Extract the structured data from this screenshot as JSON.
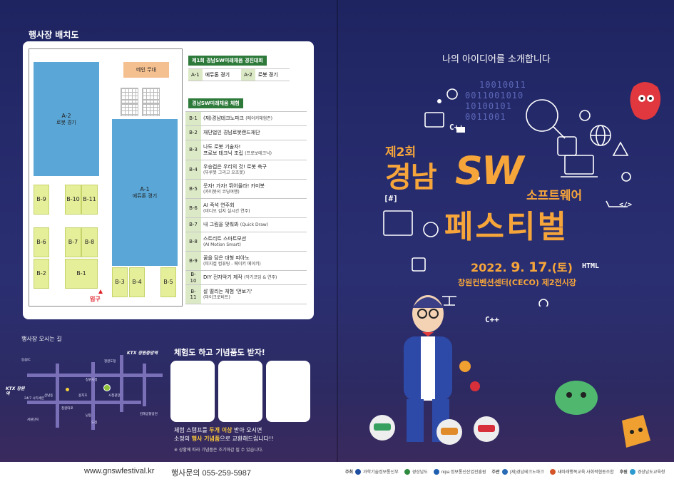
{
  "left_panel": {
    "layout_title": "행사장 배치도",
    "map": {
      "stage": "메인 무대",
      "a2_code": "A-2",
      "a2_name": "로봇 경기",
      "a1_code": "A-1",
      "a1_name": "에듀톤 경기",
      "b9": "B-9",
      "b10": "B-10",
      "b11": "B-11",
      "b6": "B-6",
      "b7": "B-7",
      "b8": "B-8",
      "b2": "B-2",
      "b1": "B-1",
      "b3": "B-3",
      "b4": "B-4",
      "b5": "B-5",
      "entrance": "입구"
    },
    "contest": {
      "heading": "제1회 경남SW미래채움 경진대회",
      "items": [
        {
          "code": "A-1",
          "name": "에듀톤 경기"
        },
        {
          "code": "A-2",
          "name": "로봇 경기"
        }
      ]
    },
    "experience": {
      "heading": "경남SW미래채움 체험",
      "rows": [
        {
          "code": "B-1",
          "title": "(재)경남테크노파크",
          "sub": "(메이커체험존)"
        },
        {
          "code": "B-2",
          "title": "재단법인 경남로봇랜드재단",
          "sub": ""
        },
        {
          "code": "B-3",
          "title": "나도 로봇 기술자!",
          "title2": "프로보 테크닉 조립",
          "sub": "(프로보테크닉)"
        },
        {
          "code": "B-4",
          "title": "우승컵은 우리의 것! 로봇 축구",
          "sub": "(뚜루봇 그리고 오조봇)"
        },
        {
          "code": "B-5",
          "title": "웃자! 가자! 뛰어올라! 카미봇",
          "sub": "(카미봇의 코딩여행)"
        },
        {
          "code": "B-6",
          "title": "AI 즉석 연주회",
          "sub": "(비디오 김지 실시간 연주)"
        },
        {
          "code": "B-7",
          "title": "내 그림을 맞춰봐",
          "sub": "(Quick Draw)"
        },
        {
          "code": "B-8",
          "title": "스트리트 스마트모션",
          "sub": "(AI Motion Smart)"
        },
        {
          "code": "B-9",
          "title": "꿈을 담은 대형 피아노",
          "sub": "(피지컬 컴퓨팅 - 메이키 메이키)"
        },
        {
          "code": "B-10",
          "title": "DIY 전자악기 제작",
          "sub": "(악기코딩 & 연주)"
        },
        {
          "code": "B-11",
          "title": "살 떨리는 체험 '먼보기'",
          "sub": "(마이크로비트)"
        }
      ]
    },
    "directions": {
      "title": "행사장 오시는 길",
      "ktx_top": "KTX 창원중앙역",
      "ktx_left": "KTX 창원역",
      "labels": [
        "동읍IC",
        "창원시청",
        "정원도청",
        "용지호",
        "상남동",
        "창원대로",
        "24/7 시티세븐",
        "시청광장",
        "김해공항방면",
        "서원단지",
        "남동",
        "도청"
      ]
    },
    "stamp": {
      "title": "체험도 하고 기념품도 받자!",
      "note_line1_pre": "체험 스탬프를 ",
      "note_line1_hl": "두개 이상",
      "note_line1_post": " 받아 오시면",
      "note_line2_pre": "소정의 ",
      "note_line2_hl": "행사 기념품",
      "note_line2_post": "으로 교환해드립니다!!",
      "note_small": "※ 상황에 따라 기념품은 조기마감 될 수 있습니다."
    }
  },
  "right_panel": {
    "tagline": "나의 아이디어를 소개합니다",
    "edition": "제2회",
    "title_region": "경남",
    "title_sw": "SW",
    "title_software": "소프트웨어",
    "title_festival": "페스티벌",
    "date_year": "2022. ",
    "date_month": "9",
    "date_sep": ". ",
    "date_day": "17",
    "date_weekday": ".(토)",
    "venue": "창원컨벤션센터(CECO) 제2전시장",
    "code_labels": {
      "cpp1": "C++",
      "cpp2": "C++",
      "html": "HTML",
      "hash": "[#]",
      "tag": "</>"
    },
    "binary_lines": [
      "10010011",
      "0011001010",
      "10100101",
      "0011001"
    ]
  },
  "footer": {
    "website": "www.gnswfestival.kr",
    "contact": "행사문의 055-259-5987",
    "organizers": [
      {
        "role": "주최",
        "name": "과학기술정보통신부",
        "color": "#1e4fa0"
      },
      {
        "role": "",
        "name": "경상남도",
        "color": "#2d8a3e"
      },
      {
        "role": "",
        "name": "nipa 정보통신산업진흥원",
        "color": "#1f5fb0"
      },
      {
        "role": "주관",
        "name": "(재)경남테크노파크",
        "color": "#2a6bb5"
      },
      {
        "role": "",
        "name": "새미래행복교육 사회적협동조합",
        "color": "#d4562a"
      },
      {
        "role": "후원",
        "name": "경상남도교육청",
        "color": "#2d9ad0"
      }
    ]
  },
  "colors": {
    "background": "#252a6b",
    "accent_orange": "#f6a53a",
    "zone_blue": "#5aa6d6",
    "zone_green": "#e5ef9a",
    "stage_orange": "#f5c090",
    "table_green": "#2d7a3a",
    "code_cell": "#dce9c6"
  }
}
